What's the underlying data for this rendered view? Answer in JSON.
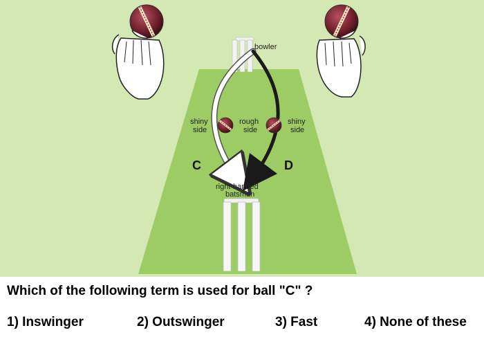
{
  "diagram": {
    "label_bowler": "bowler",
    "label_shiny_left_1": "shiny",
    "label_shiny_left_2": "side",
    "label_rough_1": "rough",
    "label_rough_2": "side",
    "label_shiny_right_1": "shiny",
    "label_shiny_right_2": "side",
    "label_c": "C",
    "label_d": "D",
    "label_batsman_1": "right-handed",
    "label_batsman_2": "batsman",
    "colors": {
      "background": "#d4e8b4",
      "pitch": "#9ccc63",
      "arrow_d": "#1a1a1a",
      "arrow_c": "#ffffff",
      "ball": "#7a2530"
    }
  },
  "question": {
    "text": "Which of the following term is used for ball \"C\" ?",
    "options": [
      {
        "label": "1) Inswinger"
      },
      {
        "label": "2) Outswinger"
      },
      {
        "label": "3) Fast"
      },
      {
        "label": "4) None of these"
      }
    ]
  }
}
